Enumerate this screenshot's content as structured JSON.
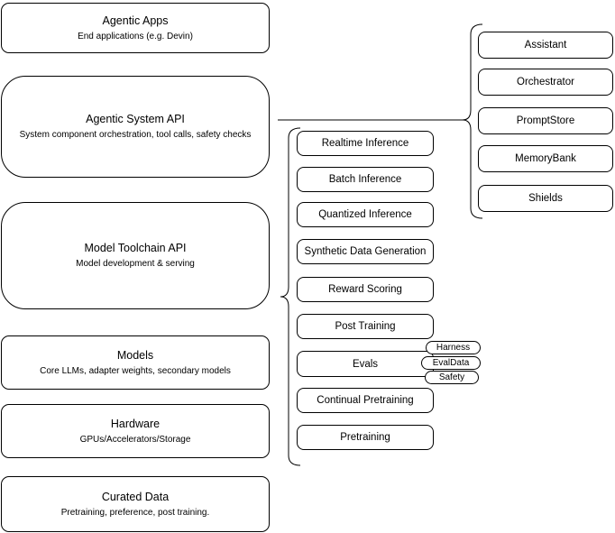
{
  "stack": [
    {
      "title": "Agentic Apps",
      "subtitle": "End applications (e.g. Devin)"
    },
    {
      "title": "Agentic System API",
      "subtitle": "System component orchestration, tool calls, safety checks"
    },
    {
      "title": "Model Toolchain API",
      "subtitle": "Model development & serving"
    },
    {
      "title": "Models",
      "subtitle": "Core LLMs, adapter weights, secondary models"
    },
    {
      "title": "Hardware",
      "subtitle": "GPUs/Accelerators/Storage"
    },
    {
      "title": "Curated Data",
      "subtitle": "Pretraining, preference, post training."
    }
  ],
  "toolchain": [
    "Realtime Inference",
    "Batch Inference",
    "Quantized Inference",
    "Synthetic Data Generation",
    "Reward Scoring",
    "Post Training",
    "Evals",
    "Continual Pretraining",
    "Pretraining"
  ],
  "eval_badges": [
    "Harness",
    "EvalData",
    "Safety"
  ],
  "system_components": [
    "Assistant",
    "Orchestrator",
    "PromptStore",
    "MemoryBank",
    "Shields"
  ],
  "colors": {
    "stroke": "#000000",
    "background": "#ffffff",
    "text": "#000000"
  }
}
